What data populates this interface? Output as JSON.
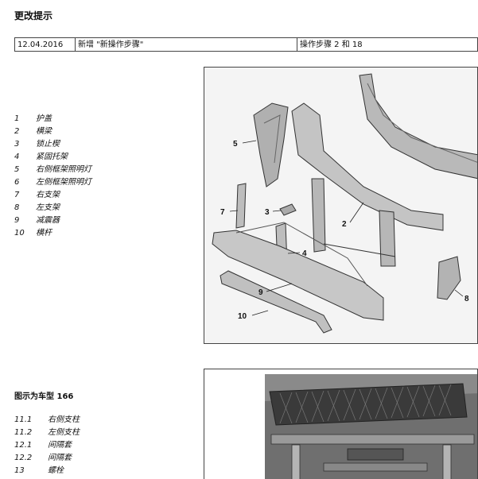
{
  "page": {
    "heading": "更改提示"
  },
  "change_table": {
    "date": "12.04.2016",
    "description": "新增 \"新操作步骤\"",
    "steps": "操作步骤 2 和 18"
  },
  "legend1": [
    {
      "num": "1",
      "text": "护盖"
    },
    {
      "num": "2",
      "text": "横梁"
    },
    {
      "num": "3",
      "text": "锁止楔"
    },
    {
      "num": "4",
      "text": "紧固托架"
    },
    {
      "num": "5",
      "text": "右侧框架照明灯"
    },
    {
      "num": "6",
      "text": "左侧框架照明灯"
    },
    {
      "num": "7",
      "text": "右支架"
    },
    {
      "num": "8",
      "text": "左支架"
    },
    {
      "num": "9",
      "text": "减震器"
    },
    {
      "num": "10",
      "text": "横杆"
    }
  ],
  "figure1": {
    "callouts": [
      "5",
      "7",
      "3",
      "2",
      "4",
      "9",
      "10",
      "8"
    ]
  },
  "section2": {
    "heading": "图示为车型 166"
  },
  "legend2": [
    {
      "num": "11.1",
      "text": "右侧支柱"
    },
    {
      "num": "11.2",
      "text": "左侧支柱"
    },
    {
      "num": "12.1",
      "text": "间隔套"
    },
    {
      "num": "12.2",
      "text": "间隔套"
    },
    {
      "num": "13",
      "text": "螺栓"
    }
  ]
}
